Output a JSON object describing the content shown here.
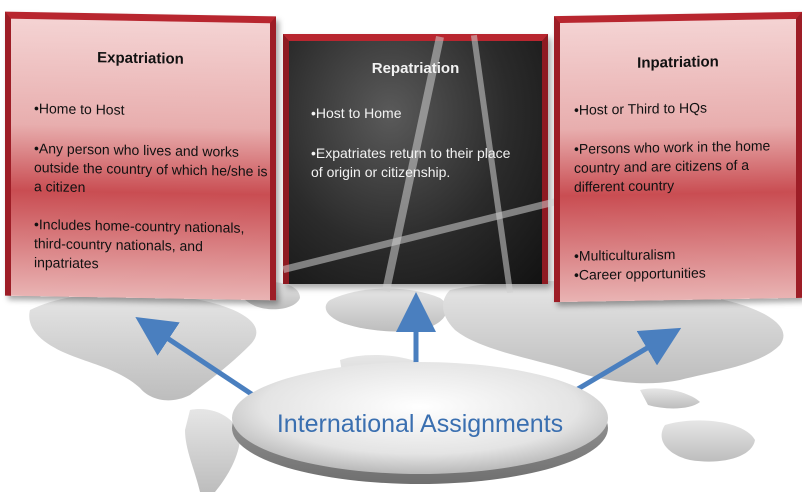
{
  "panels": {
    "expatriation": {
      "title": "Expatriation",
      "bullets": [
        "•Home to Host",
        "•Any person who lives and works outside the country of which he/she is a citizen",
        "•Includes home-country nationals, third-country nationals, and inpatriates"
      ]
    },
    "repatriation": {
      "title": "Repatriation",
      "bullets": [
        "•Host to Home",
        "•Expatriates return to their place of origin or citizenship."
      ]
    },
    "inpatriation": {
      "title": "Inpatriation",
      "bullets": [
        "•Host or Third to HQs",
        "•Persons who work in the home country and are citizens of a different country",
        "•Multiculturalism",
        "•Career opportunities"
      ]
    }
  },
  "center": {
    "label": "International Assignments"
  },
  "colors": {
    "panel_red": "#c94d52",
    "border_red": "#9d1d26",
    "arrow_blue": "#4a7fbf",
    "label_blue": "#3a6fb0"
  },
  "icons": {
    "arrows": "arrow-up-icon",
    "map": "world-map"
  }
}
